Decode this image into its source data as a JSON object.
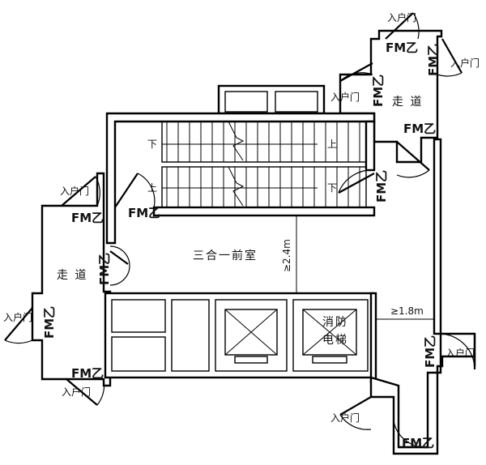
{
  "labels": {
    "fire_door": "FM乙",
    "entry_door": "入户门",
    "corridor": "走 道",
    "anteroom": "三合一前室",
    "fire_elevator_line1": "消防",
    "fire_elevator_line2": "电梯",
    "stair_up": "上",
    "stair_down": "下",
    "dim_anteroom": "≥2.4m",
    "dim_corridor": "≥1.8m"
  }
}
